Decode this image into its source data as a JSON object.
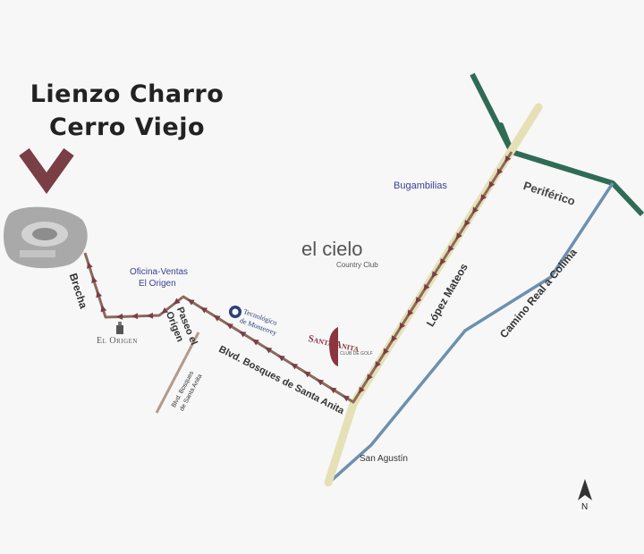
{
  "title": {
    "line1": "Lienzo Charro",
    "line2": "Cerro Viejo"
  },
  "labels": {
    "bugambilias": "Bugambilias",
    "periferico": "Periférico",
    "el_cielo": "el cielo",
    "el_cielo_sub": "Country Club",
    "oficina_line1": "Oficina-Ventas",
    "oficina_line2": "El Origen",
    "brecha": "Brecha",
    "paseo_line1": "Paseo el",
    "paseo_line2": "Origen",
    "tec_line1": "Tecnológico",
    "tec_line2": "de Monterrey",
    "santa_anita": "Santa Anita",
    "santa_anita_sub": "CLUB DE GOLF",
    "lopez_mateos": "López Mateos",
    "camino_real": "Camino Real a Colima",
    "blvd_bosques": "Blvd. Bosques de Santa Anita",
    "blvd_bosques_small_1": "Blvd. Bosques",
    "blvd_bosques_small_2": "de Santa Anita",
    "el_origen": "El Origen",
    "san_agustin": "San Agustín",
    "north": "N"
  },
  "colors": {
    "route": "#8a6a5c",
    "arrow": "#7a3e46",
    "lopez_mateos": "#e6e0b6",
    "periferico": "#2f6b55",
    "camino_real": "#6d90ad",
    "marker": "#7a3e46"
  },
  "icons": [
    "chevron-down-icon",
    "north-arrow-icon",
    "building-icon",
    "logo-icon"
  ]
}
